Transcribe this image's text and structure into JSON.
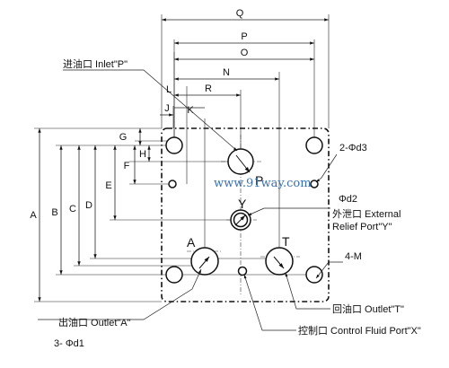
{
  "dims": {
    "q": "Q",
    "p": "P",
    "o": "O",
    "n": "N",
    "l": "L",
    "r": "R",
    "j": "J",
    "k": "K",
    "g": "G",
    "h": "H",
    "f": "F",
    "e": "E",
    "d": "D",
    "c": "C",
    "b": "B",
    "a": "A"
  },
  "ports": {
    "p": "P",
    "y": "Y",
    "a": "A",
    "t": "T"
  },
  "callouts": {
    "inlet_p": "进油口 Inlet\"P\"",
    "d3": "2-Φd3",
    "d2": "Φd2",
    "external_relief_1": "外泄口 External",
    "external_relief_2": "Relief Port\"Y\"",
    "m": "4-M",
    "outlet_t": "回油口 Outlet\"T\"",
    "outlet_a": "出油口 Outlet\"A\"",
    "control_x": "控制口 Control Fluid Port\"X\"",
    "d1": "3- Φd1"
  },
  "watermark": "www.91way.com",
  "colors": {
    "line": "#111111",
    "watermark": "#3a6fb0"
  },
  "icons": [
    "arrow-head-icon",
    "flow-arrow-icon"
  ]
}
